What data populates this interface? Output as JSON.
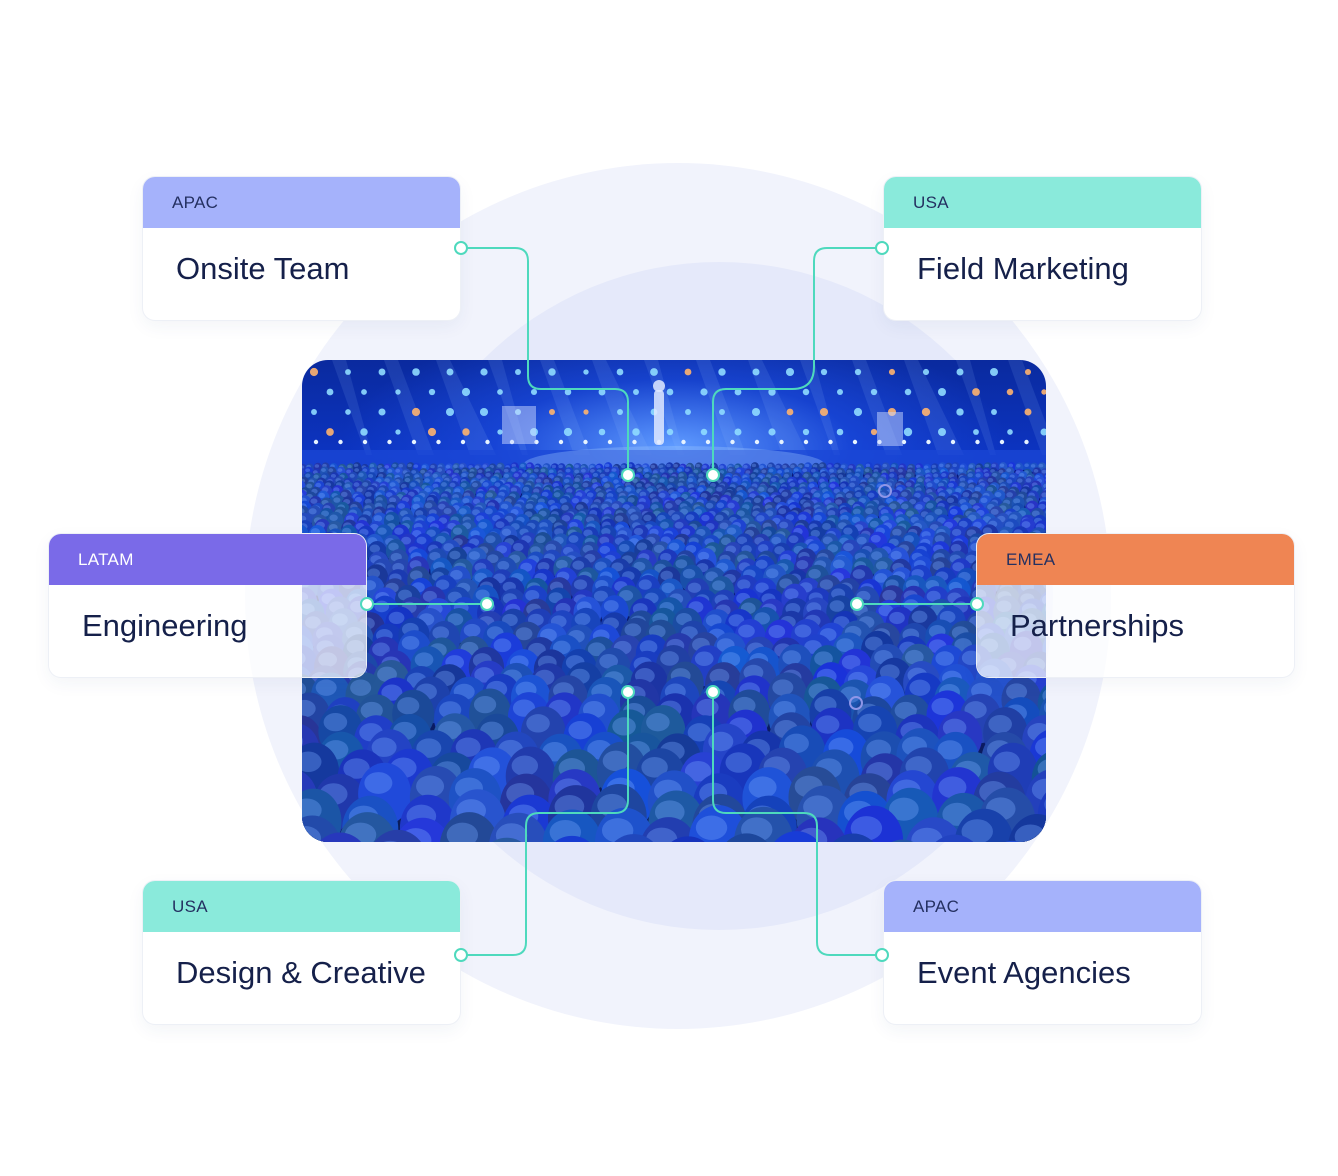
{
  "colors": {
    "apac": "#a5b2fb",
    "usa": "#8aeadb",
    "latam": "#7a6ae8",
    "emea": "#ef8553",
    "connector": "#4ed9bd"
  },
  "cards": [
    {
      "id": "onsite-team",
      "region": "APAC",
      "title": "Onsite Team",
      "color_key": "apac"
    },
    {
      "id": "field-marketing",
      "region": "USA",
      "title": "Field Marketing",
      "color_key": "usa"
    },
    {
      "id": "engineering",
      "region": "LATAM",
      "title": "Engineering",
      "color_key": "latam"
    },
    {
      "id": "partnerships",
      "region": "EMEA",
      "title": "Partnerships",
      "color_key": "emea"
    },
    {
      "id": "design-creative",
      "region": "USA",
      "title": "Design & Creative",
      "color_key": "usa"
    },
    {
      "id": "event-agencies",
      "region": "APAC",
      "title": "Event Agencies",
      "color_key": "apac"
    }
  ]
}
